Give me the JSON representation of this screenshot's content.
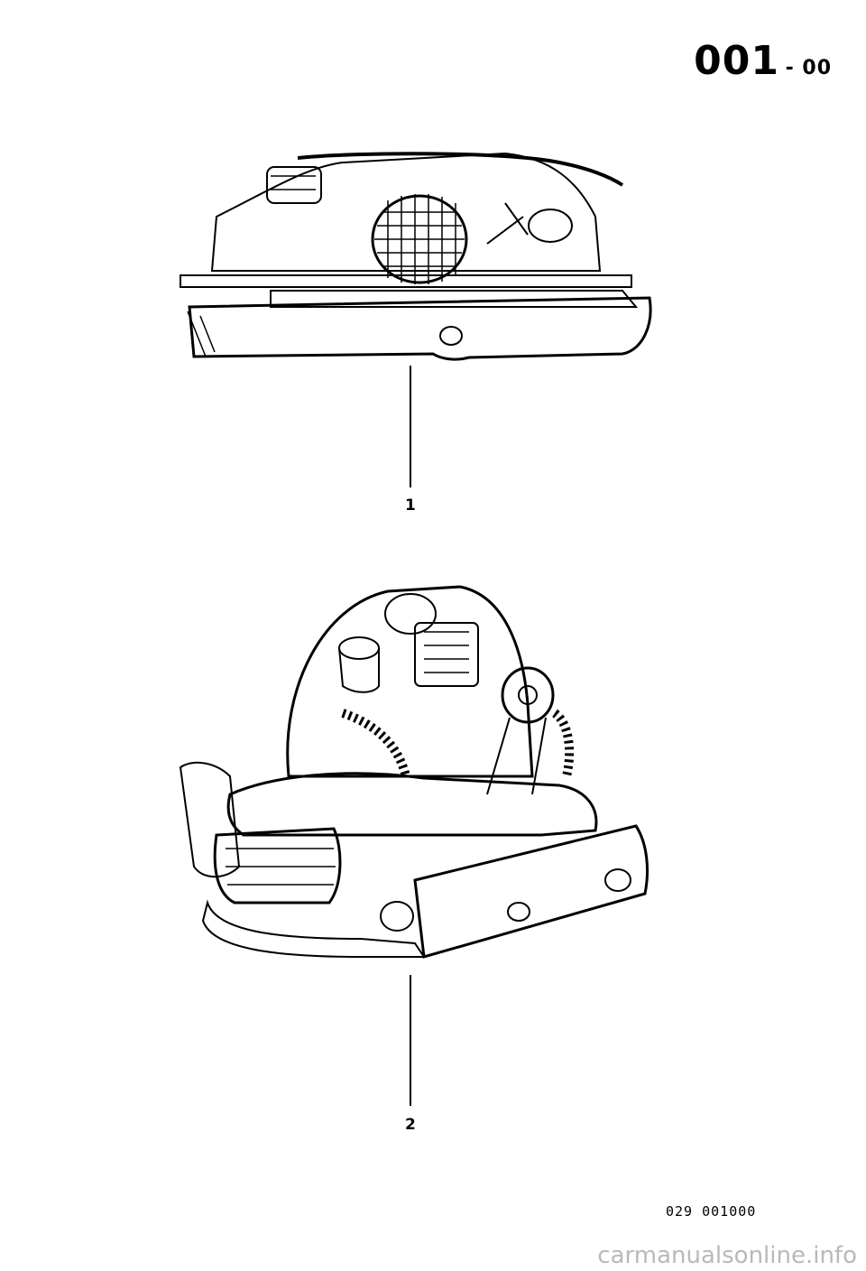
{
  "header": {
    "page_code": "001",
    "page_suffix": "- 00"
  },
  "figures": [
    {
      "callout": "1"
    },
    {
      "callout": "2"
    }
  ],
  "footer": {
    "drawing_id": "029  001000",
    "watermark": "carmanualsonline.info"
  },
  "colors": {
    "ink": "#000000",
    "paper": "#ffffff",
    "watermark": "#b9b9b9"
  }
}
